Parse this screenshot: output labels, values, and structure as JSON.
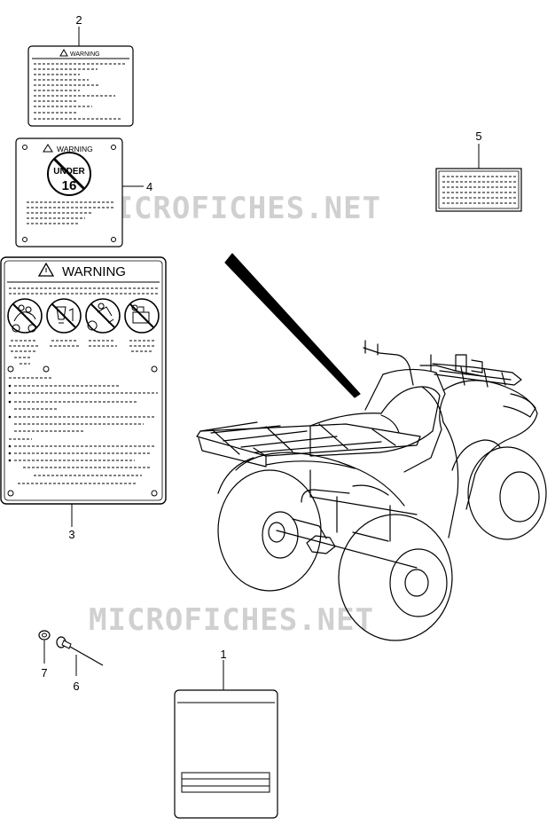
{
  "watermark": "MICROFICHES.NET",
  "callouts": [
    {
      "id": "1",
      "label": "1"
    },
    {
      "id": "2",
      "label": "2"
    },
    {
      "id": "3",
      "label": "3"
    },
    {
      "id": "4",
      "label": "4"
    },
    {
      "id": "5",
      "label": "5"
    },
    {
      "id": "6",
      "label": "6"
    },
    {
      "id": "7",
      "label": "7"
    }
  ],
  "labels": {
    "part2_title": "WARNING",
    "part4_title": "WARNING",
    "part3_title": "WARNING",
    "under16_top": "UNDER",
    "under16_num": "16"
  },
  "icons": [
    "no-passenger-icon",
    "no-drinking-icon",
    "no-wheelie-icon",
    "no-drugs-icon"
  ],
  "colors": {
    "line": "#000000",
    "watermark": "#d0d0d0",
    "background": "#ffffff"
  }
}
